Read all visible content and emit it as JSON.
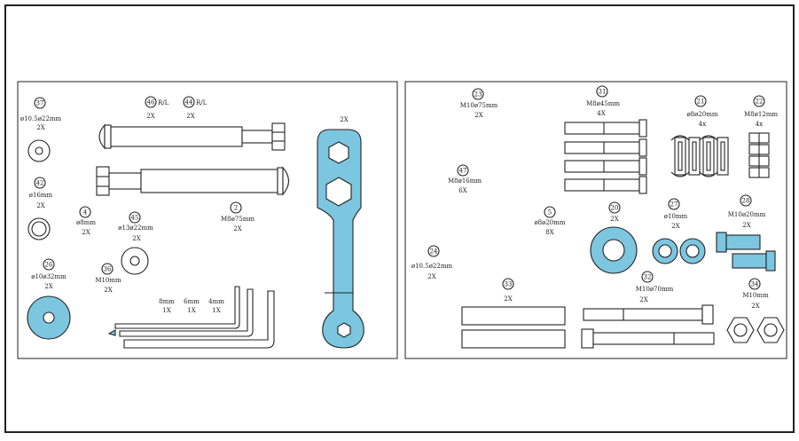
{
  "colors": {
    "accent": "#7cc6e0",
    "line": "#222222",
    "background": "#ffffff"
  },
  "parts": {
    "p37": {
      "num": "37",
      "spec": "ø10.5ø22mm",
      "qty": "2X"
    },
    "p42": {
      "num": "42",
      "spec": "ø16mm",
      "qty": "2X"
    },
    "p26": {
      "num": "26",
      "spec": "ø10ø32mm",
      "qty": "2X"
    },
    "p4": {
      "num": "4",
      "spec": "ø8mm",
      "qty": "2X"
    },
    "p45": {
      "num": "45",
      "spec": "ø13ø22mm",
      "qty": "2X"
    },
    "p36": {
      "num": "36",
      "spec": "M10mm",
      "qty": "2X"
    },
    "p46": {
      "num": "46",
      "spec": "R/L",
      "qty": "2X"
    },
    "p44": {
      "num": "44",
      "spec": "R/L",
      "qty": "2X"
    },
    "p2": {
      "num": "2",
      "spec": "M8ø75mm",
      "qty": "2X"
    },
    "wrench": {
      "qty": "2X"
    },
    "allen": [
      {
        "size": "8mm",
        "qty": "1X"
      },
      {
        "size": "6mm",
        "qty": "1X"
      },
      {
        "size": "4mm",
        "qty": "1X"
      }
    ],
    "p23": {
      "num": "23",
      "spec": "M10ø75mm",
      "qty": "2X"
    },
    "p47": {
      "num": "47",
      "spec": "M8ø16mm",
      "qty": "6X"
    },
    "p31": {
      "num": "31",
      "spec": "M8ø45mm",
      "qty": "4X"
    },
    "p21": {
      "num": "21",
      "spec": "ø8ø20mm",
      "qty": "4x"
    },
    "p22": {
      "num": "22",
      "spec": "M8ø12mm",
      "qty": "4x"
    },
    "p5": {
      "num": "5",
      "spec": "ø8ø20mm",
      "qty": "8X"
    },
    "p20": {
      "num": "20",
      "qty": "2X"
    },
    "p27": {
      "num": "27",
      "spec": "ø10mm",
      "qty": "2X"
    },
    "p28": {
      "num": "28",
      "spec": "M10ø20mm",
      "qty": "2X"
    },
    "p24": {
      "num": "24",
      "spec": "ø10.5ø22mm",
      "qty": "2X"
    },
    "p33": {
      "num": "33",
      "qty": "2X"
    },
    "p32": {
      "num": "32",
      "spec": "M10ø70mm",
      "qty": "2X"
    },
    "p34": {
      "num": "34",
      "spec": "M10mm",
      "qty": "2X"
    }
  }
}
